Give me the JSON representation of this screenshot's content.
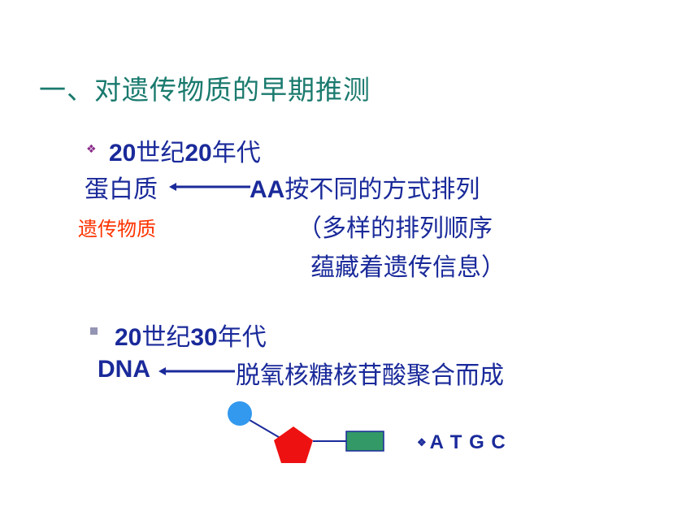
{
  "heading": "一、对遗传物质的早期推测",
  "section1": {
    "bullet": "❖",
    "title_num1": "20",
    "title_mid": "世纪",
    "title_num2": "20",
    "title_end": "年代",
    "protein": "蛋白质",
    "aa_bold": "AA",
    "aa_text": "按不同的方式排列",
    "genetic_material": "遗传物质",
    "paren_line1": "（多样的排列顺序",
    "paren_line2": "蕴藏着遗传信息）"
  },
  "section2": {
    "title_num1": "20",
    "title_mid": "世纪",
    "title_num2": "30",
    "title_end": "年代",
    "dna": "DNA",
    "nucleotide_text": "脱氧核糖核苷酸聚合而成",
    "bases_bullet": "❖",
    "bases": "A T G C"
  },
  "colors": {
    "heading": "#1a7a6e",
    "text": "#1a2a9a",
    "highlight": "#ff3300",
    "phosphate": "#3399ee",
    "sugar": "#ee1111",
    "base": "#339966"
  }
}
